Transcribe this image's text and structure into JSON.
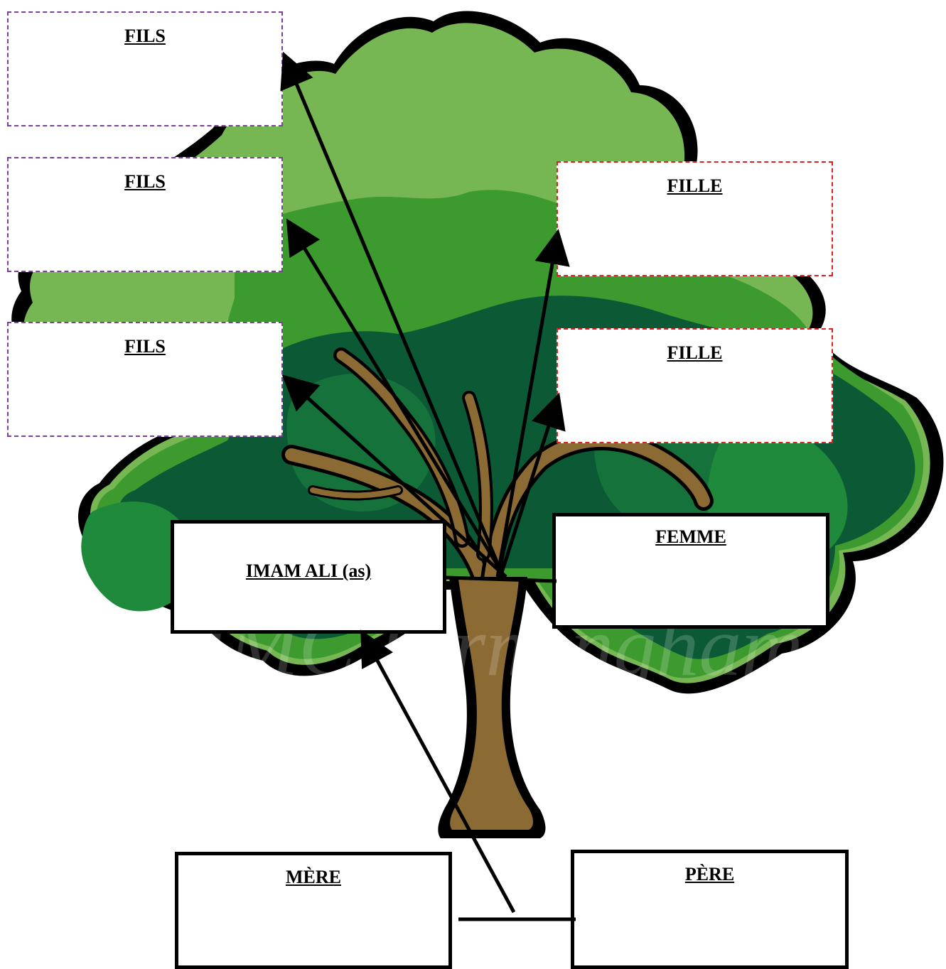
{
  "boxes": {
    "fils_1": "FILS",
    "fils_2": "FILS",
    "fils_3": "FILS",
    "fille_1": "FILLE",
    "fille_2": "FILLE",
    "imam": "IMAM ALI (as)",
    "femme": "FEMME",
    "mere": "MÈRE",
    "pere": "PÈRE"
  },
  "watermark": "KSIMC Birmingham",
  "colors": {
    "leaf_light": "#77b753",
    "leaf_mid": "#3d9a2e",
    "leaf_dark": "#0b5a35",
    "trunk": "#8b6a33",
    "outline": "#000000",
    "son_border": "#7b3f9e",
    "daughter_border": "#e02020"
  }
}
